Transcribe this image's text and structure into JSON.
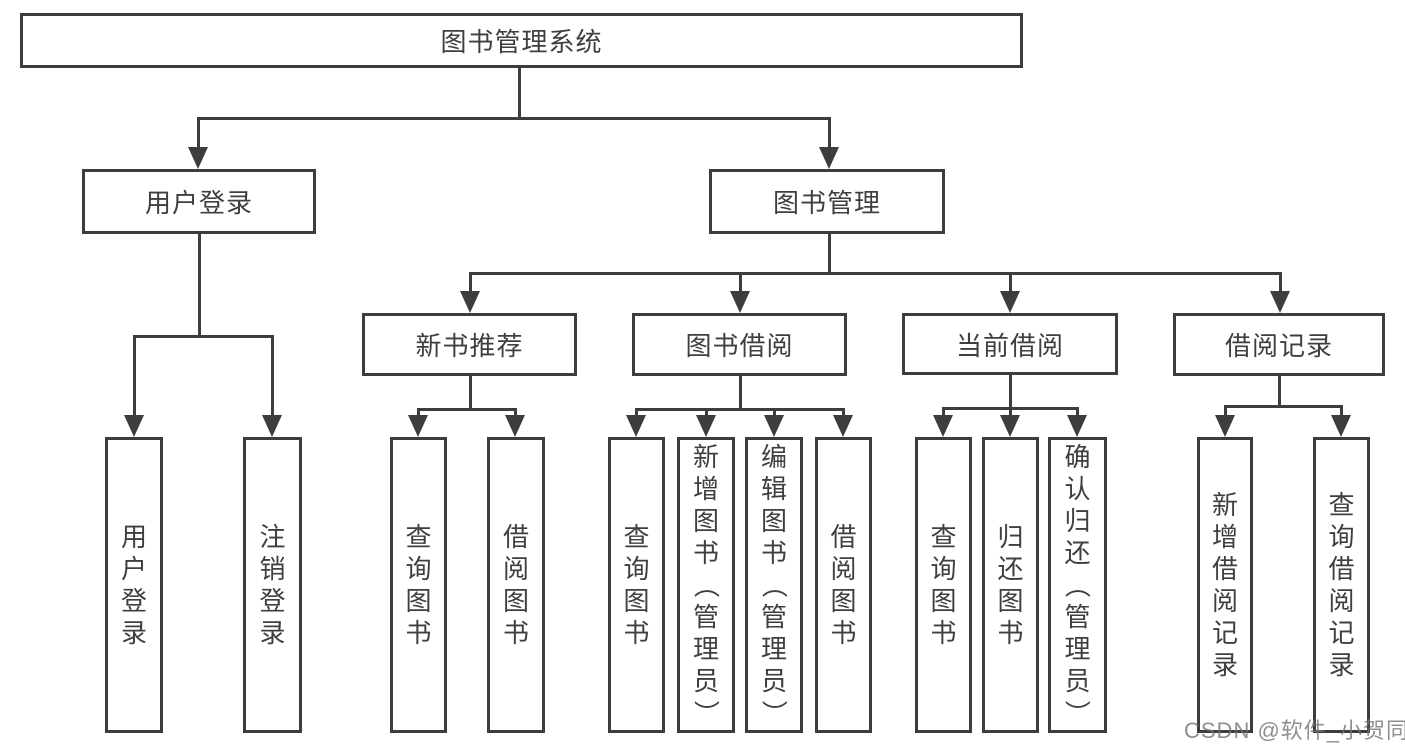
{
  "watermark": "CSDN @软件_小贺同学",
  "colors": {
    "line": "#3d3d3d",
    "box_border": "#3d3d3d",
    "text": "#3f3f3f",
    "watermark": "#737373",
    "background": "#ffffff"
  },
  "tree": {
    "root": "图书管理系统",
    "children": [
      {
        "label": "用户登录",
        "children": [
          {
            "label": "用户登录"
          },
          {
            "label": "注销登录"
          }
        ]
      },
      {
        "label": "图书管理",
        "children": [
          {
            "label": "新书推荐",
            "children": [
              {
                "label": "查询图书"
              },
              {
                "label": "借阅图书"
              }
            ]
          },
          {
            "label": "图书借阅",
            "children": [
              {
                "label": "查询图书"
              },
              {
                "label": "新增图书（管理员）"
              },
              {
                "label": "编辑图书（管理员）"
              },
              {
                "label": "借阅图书"
              }
            ]
          },
          {
            "label": "当前借阅",
            "children": [
              {
                "label": "查询图书"
              },
              {
                "label": "归还图书"
              },
              {
                "label": "确认归还（管理员）"
              }
            ]
          },
          {
            "label": "借阅记录",
            "children": [
              {
                "label": "新增借阅记录"
              },
              {
                "label": "查询借阅记录"
              }
            ]
          }
        ]
      }
    ]
  }
}
